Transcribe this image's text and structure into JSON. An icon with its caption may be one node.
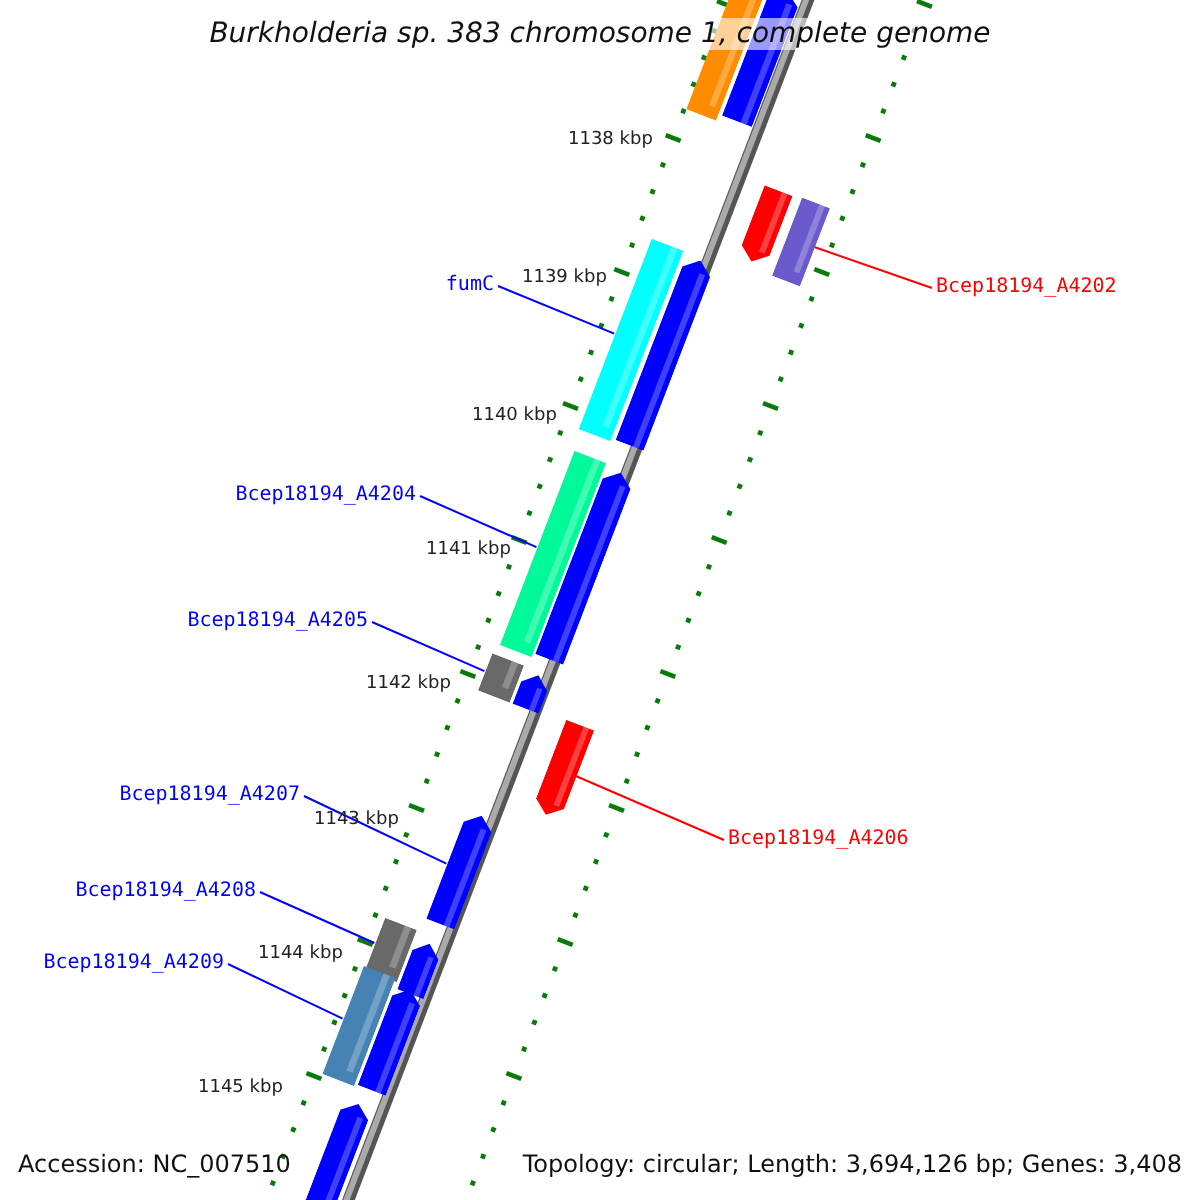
{
  "diagram": {
    "title": "Burkholderia sp. 383 chromosome 1, complete genome",
    "nodes": [
      {
        "text": [],
        "shape": "bar"
      },
      {
        "text": [],
        "shape": "pentagon"
      },
      {
        "text": [],
        "shape": "pentagon"
      },
      {
        "text": [],
        "shape": "bar"
      },
      {
        "text": [
          "Bcep18194_A4202"
        ]
      },
      {
        "text": [
          "fumC"
        ]
      },
      {
        "text": [],
        "shape": "bar"
      },
      {
        "text": [],
        "shape": "pentagon"
      },
      {
        "text": [
          "Bcep18194_A4204"
        ]
      },
      {
        "text": [],
        "shape": "bar"
      },
      {
        "text": [],
        "shape": "pentagon"
      },
      {
        "text": [
          "Bcep18194_A4205"
        ]
      },
      {
        "text": [],
        "shape": "bar"
      },
      {
        "text": [],
        "shape": "pentagon"
      },
      {
        "text": [],
        "shape": "pentagon"
      },
      {
        "text": [
          "Bcep18194_A4207"
        ]
      },
      {
        "text": [
          "Bcep18194_A4206"
        ]
      },
      {
        "text": [],
        "shape": "pentagon"
      },
      {
        "text": [
          "Bcep18194_A4208"
        ]
      },
      {
        "text": [],
        "shape": "bar"
      },
      {
        "text": [],
        "shape": "pentagon"
      },
      {
        "text": [
          "Bcep18194_A4209"
        ]
      },
      {
        "text": [],
        "shape": "bar"
      },
      {
        "text": [],
        "shape": "pentagon"
      },
      {
        "text": [],
        "shape": "pentagon"
      }
    ],
    "edges": [
      {
        "from": 4,
        "to": 3,
        "arrow": "none",
        "color": "#ff0000"
      },
      {
        "from": 5,
        "to": 6,
        "arrow": "none"
      },
      {
        "from": 8,
        "to": 9,
        "arrow": "none"
      },
      {
        "from": 11,
        "to": 12,
        "arrow": "none"
      },
      {
        "from": 16,
        "to": 14,
        "arrow": "none",
        "color": "#ff0000"
      },
      {
        "from": 15,
        "to": 17,
        "arrow": "none"
      },
      {
        "from": 18,
        "to": 19,
        "arrow": "none"
      },
      {
        "from": 21,
        "to": 22,
        "arrow": "none"
      }
    ],
    "labels": [
      "1138 kbp",
      "1139 kbp",
      "1140 kbp",
      "1141 kbp",
      "1142 kbp",
      "1143 kbp",
      "1144 kbp",
      "1145 kbp",
      "Accession: NC_007510",
      "Topology: circular; Length: 3,694,126 bp; Genes: 3,408"
    ]
  }
}
